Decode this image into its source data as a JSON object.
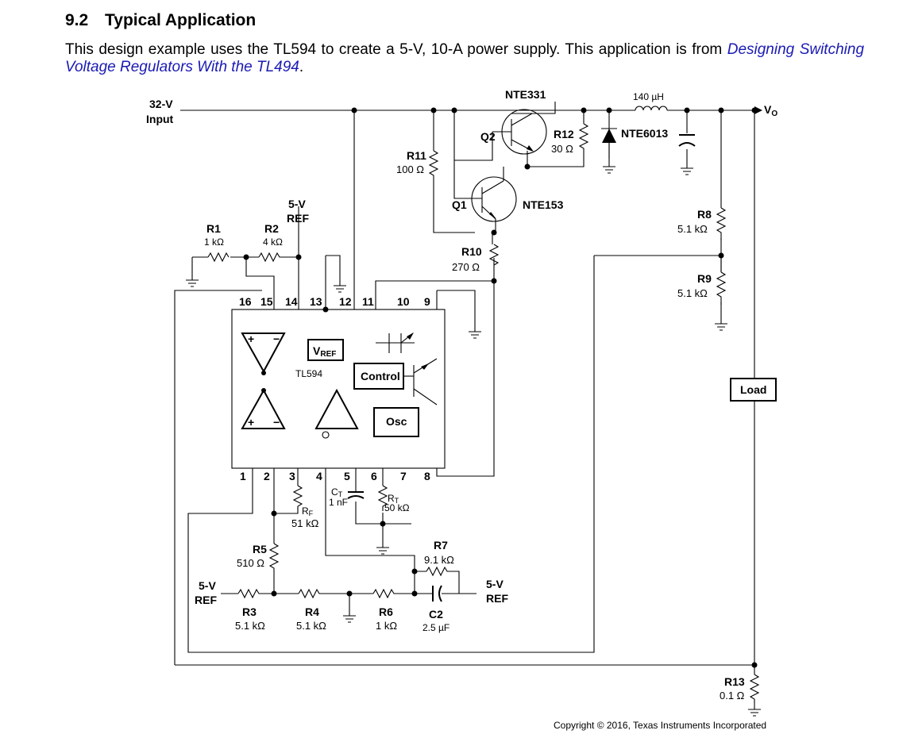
{
  "section": {
    "number": "9.2",
    "title": "Typical Application"
  },
  "intro": {
    "text": "This design example uses the TL594 to create a 5-V, 10-A power supply. This application is from ",
    "link": "Designing Switching Voltage Regulators With the TL494",
    "end": "."
  },
  "schematic": {
    "input_label_1": "32-V",
    "input_label_2": "Input",
    "vo": "V",
    "vo_sub": "O",
    "chip": "TL594",
    "vref_block": "V",
    "vref_sub": "REF",
    "control": "Control",
    "osc": "Osc",
    "load": "Load",
    "ref5v_1": "5-V",
    "ref5v_2": "REF",
    "pins_top": [
      "16",
      "15",
      "14",
      "13",
      "12",
      "11",
      "10",
      "9"
    ],
    "pins_bottom": [
      "1",
      "2",
      "3",
      "4",
      "5",
      "6",
      "7",
      "8"
    ],
    "transistors": {
      "nte331": "NTE331",
      "q2": "Q2",
      "q1": "Q1",
      "nte153": "NTE153",
      "nte6013": "NTE6013"
    },
    "components": {
      "inductor": "140 µH",
      "r1": {
        "name": "R1",
        "value": "1 kΩ"
      },
      "r2": {
        "name": "R2",
        "value": "4 kΩ"
      },
      "r3": {
        "name": "R3",
        "value": "5.1 kΩ"
      },
      "r4": {
        "name": "R4",
        "value": "5.1 kΩ"
      },
      "r5": {
        "name": "R5",
        "value": "510 Ω"
      },
      "r6": {
        "name": "R6",
        "value": "1 kΩ"
      },
      "r7": {
        "name": "R7",
        "value": "9.1 kΩ"
      },
      "r8": {
        "name": "R8",
        "value": "5.1 kΩ"
      },
      "r9": {
        "name": "R9",
        "value": "5.1 kΩ"
      },
      "r10": {
        "name": "R10",
        "value": "270 Ω"
      },
      "r11": {
        "name": "R11",
        "value": "100 Ω"
      },
      "r12": {
        "name": "R12",
        "value": "30 Ω"
      },
      "r13": {
        "name": "R13",
        "value": "0.1 Ω"
      },
      "rf": {
        "name": "R",
        "sub": "F",
        "value": "51 kΩ"
      },
      "rt": {
        "name": "R",
        "sub": "T",
        "value": "50 kΩ"
      },
      "ct": {
        "name": "C",
        "sub": "T",
        "value": "1 nF"
      },
      "c2": {
        "name": "C2",
        "value": "2.5 µF"
      }
    }
  },
  "copyright": "Copyright © 2016, Texas Instruments Incorporated"
}
